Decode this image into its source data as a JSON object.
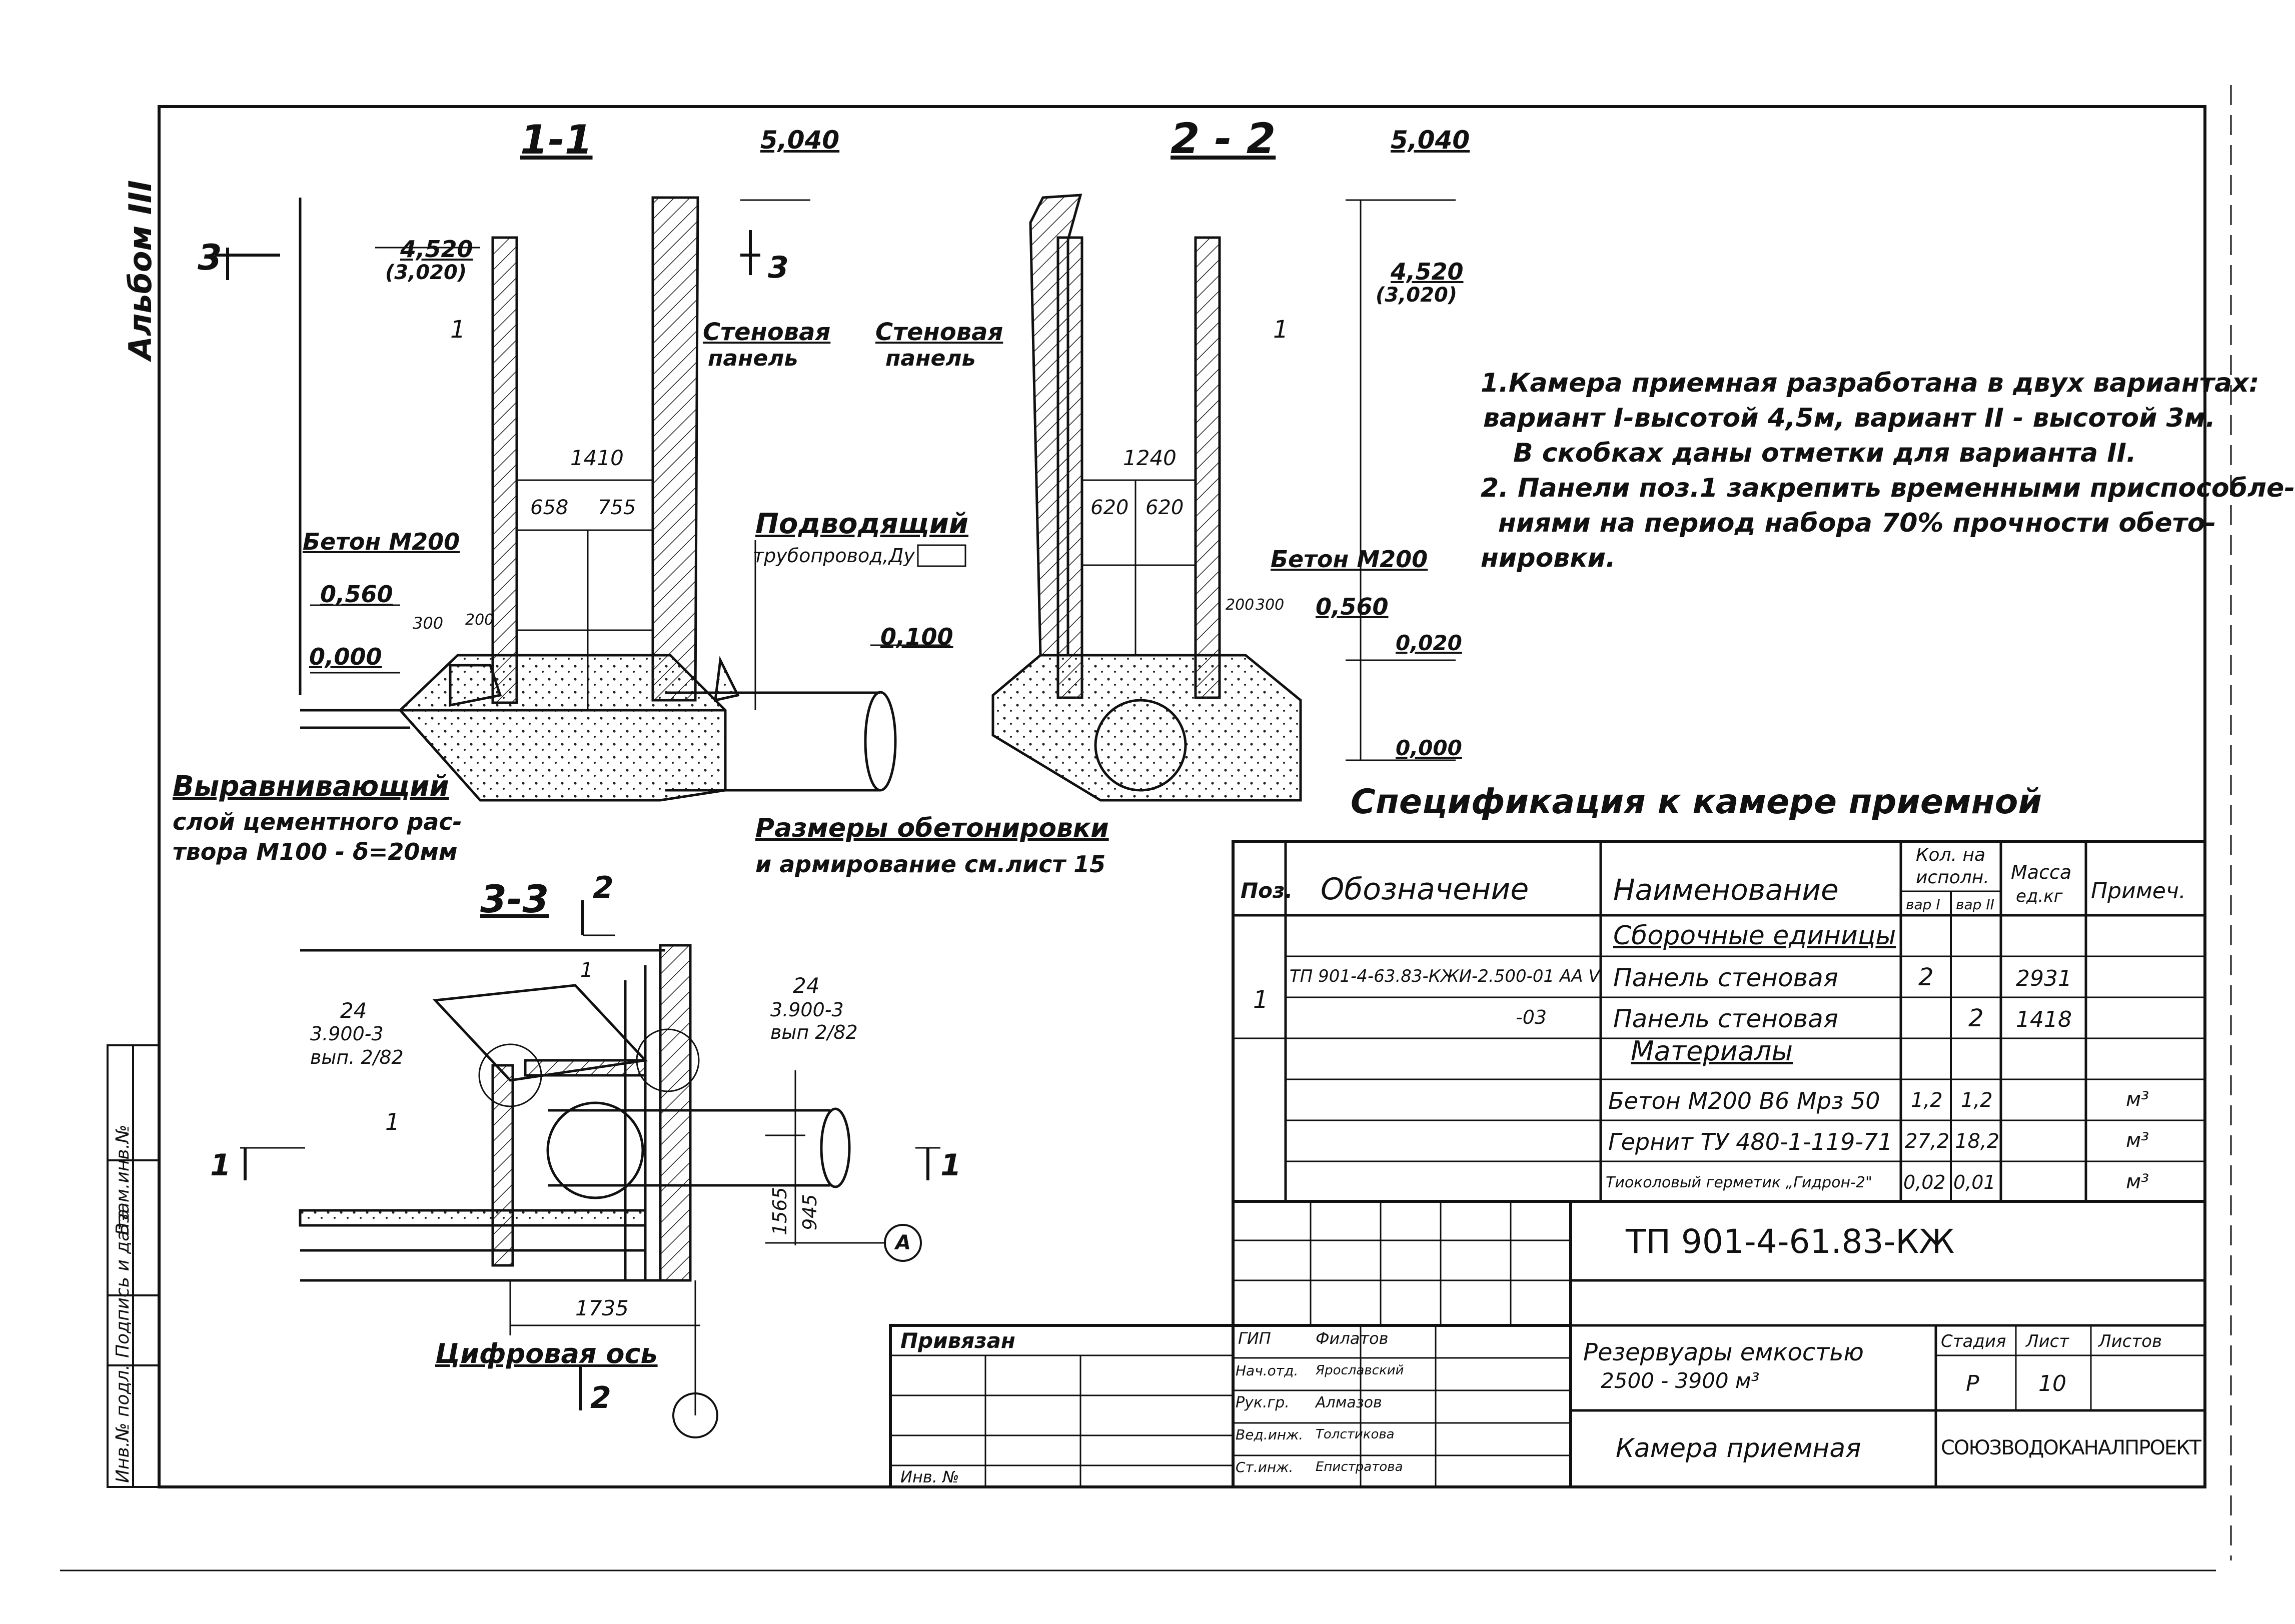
{
  "album_label": "Альбом III",
  "section_1_1": {
    "title": "1-1",
    "elev_top": "5,040",
    "elev_1": "4,520",
    "elev_1_alt": "(3,020)",
    "cut_3_left": "3",
    "cut_3_right": "3",
    "pos_1": "1",
    "wall_panel": [
      "Стеновая",
      "панель"
    ],
    "dim_1410": "1410",
    "dim_658": "658",
    "dim_755": "755",
    "concrete": "Бетон М200",
    "elev_0560": "0,560",
    "dim_300": "300",
    "dim_200": "200",
    "elev_0000": "0,000",
    "supply_pipe": [
      "Подводящий",
      "трубопровод,Ду"
    ],
    "elev_0100": "0,100",
    "leveling": [
      "Выравнивающий",
      "слой цементного рас-",
      "твора М100 - δ=20мм"
    ],
    "concreting_sizes": [
      "Размеры обетонировки",
      "и армирование см.лист 15"
    ]
  },
  "section_2_2": {
    "title": "2 - 2",
    "elev_top": "5,040",
    "elev_1": "4,520",
    "elev_1_alt": "(3,020)",
    "wall_panel": [
      "Стеновая",
      "панель"
    ],
    "pos_1": "1",
    "dim_1240": "1240",
    "dim_620a": "620",
    "dim_620b": "620",
    "concrete": "Бетон М200",
    "dim_200": "200",
    "dim_300": "300",
    "elev_0560": "0,560",
    "elev_0020": "0,020",
    "elev_0000": "0,000"
  },
  "section_3_3": {
    "title": "3-3",
    "cut_2_top": "2",
    "ref_left": [
      "24",
      "3.900-3",
      "вып. 2/82"
    ],
    "ref_right": [
      "24",
      "3.900-3",
      "вып 2/82"
    ],
    "pos_1a": "1",
    "pos_1b": "1",
    "cut_1_left": "1",
    "cut_1_right": "1",
    "dim_1565": "1565",
    "dim_945": "945",
    "axis_letter": "А",
    "dim_1735": "1735",
    "digital_axis": "Цифровая ось",
    "cut_2_bottom": "2"
  },
  "notes": [
    "1.Камера приемная разработана в двух вариантах:",
    "вариант I-высотой 4,5м, вариант II - высотой 3м.",
    "В скобках даны отметки для варианта II.",
    "2. Панели поз.1 закрепить временными приспособле-",
    "ниями на период набора 70% прочности обето-",
    "нировки."
  ],
  "spec": {
    "title": "Спецификация к камере приемной",
    "headers": {
      "pos": "Поз.",
      "designation": "Обозначение",
      "name": "Наименование",
      "qty": [
        "Кол. на",
        "исполн."
      ],
      "var1": "вар I",
      "var2": "вар II",
      "mass": [
        "Масса",
        "ед.кг"
      ],
      "note": "Примеч."
    },
    "rows": [
      {
        "pos": "",
        "designation": "",
        "name": "Сборочные единицы",
        "v1": "",
        "v2": "",
        "mass": "",
        "note": ""
      },
      {
        "pos": "1",
        "designation": "ТП 901-4-63.83-КЖИ-2.500-01 АА V",
        "name": "Панель стеновая",
        "v1": "2",
        "v2": "",
        "mass": "2931",
        "note": ""
      },
      {
        "pos": "",
        "designation": "-03",
        "name": "Панель стеновая",
        "v1": "",
        "v2": "2",
        "mass": "1418",
        "note": ""
      },
      {
        "pos": "",
        "designation": "",
        "name": "Материалы",
        "v1": "",
        "v2": "",
        "mass": "",
        "note": ""
      },
      {
        "pos": "",
        "designation": "",
        "name": "Бетон М200 В6 Мрз 50",
        "v1": "1,2",
        "v2": "1,2",
        "mass": "",
        "note": "м³"
      },
      {
        "pos": "",
        "designation": "",
        "name": "Гернит ТУ 480-1-119-71",
        "v1": "27,2",
        "v2": "18,2",
        "mass": "",
        "note": "м³"
      },
      {
        "pos": "",
        "designation": "",
        "name": "Тиоколовый герметик „Гидрон-2\"",
        "v1": "0,02",
        "v2": "0,01",
        "mass": "",
        "note": "м³"
      }
    ]
  },
  "title_block": {
    "doc_code": "ТП 901-4-61.83-КЖ",
    "privyazan": "Привязан",
    "inv_no": "Инв. №",
    "roles": [
      {
        "role": "ГИП",
        "name": "Филатов"
      },
      {
        "role": "Нач.отд.",
        "name": "Ярославский"
      },
      {
        "role": "Рук.гр.",
        "name": "Алмазов"
      },
      {
        "role": "Вед.инж.",
        "name": "Толстикова"
      },
      {
        "role": "Ст.инж.",
        "name": "Епистратова"
      }
    ],
    "object_name": [
      "Резервуары емкостью",
      "2500 - 3900 м³"
    ],
    "stage_h": "Стадия",
    "sheet_h": "Лист",
    "sheets_h": "Листов",
    "stage": "Р",
    "sheet": "10",
    "drawing_name": "Камера приемная",
    "org": "СОЮЗВОДОКАНАЛПРОЕКТ"
  },
  "side_stamp": [
    "Инв.№ подл.",
    "Подпись и дата",
    "Взам.инв.№"
  ]
}
